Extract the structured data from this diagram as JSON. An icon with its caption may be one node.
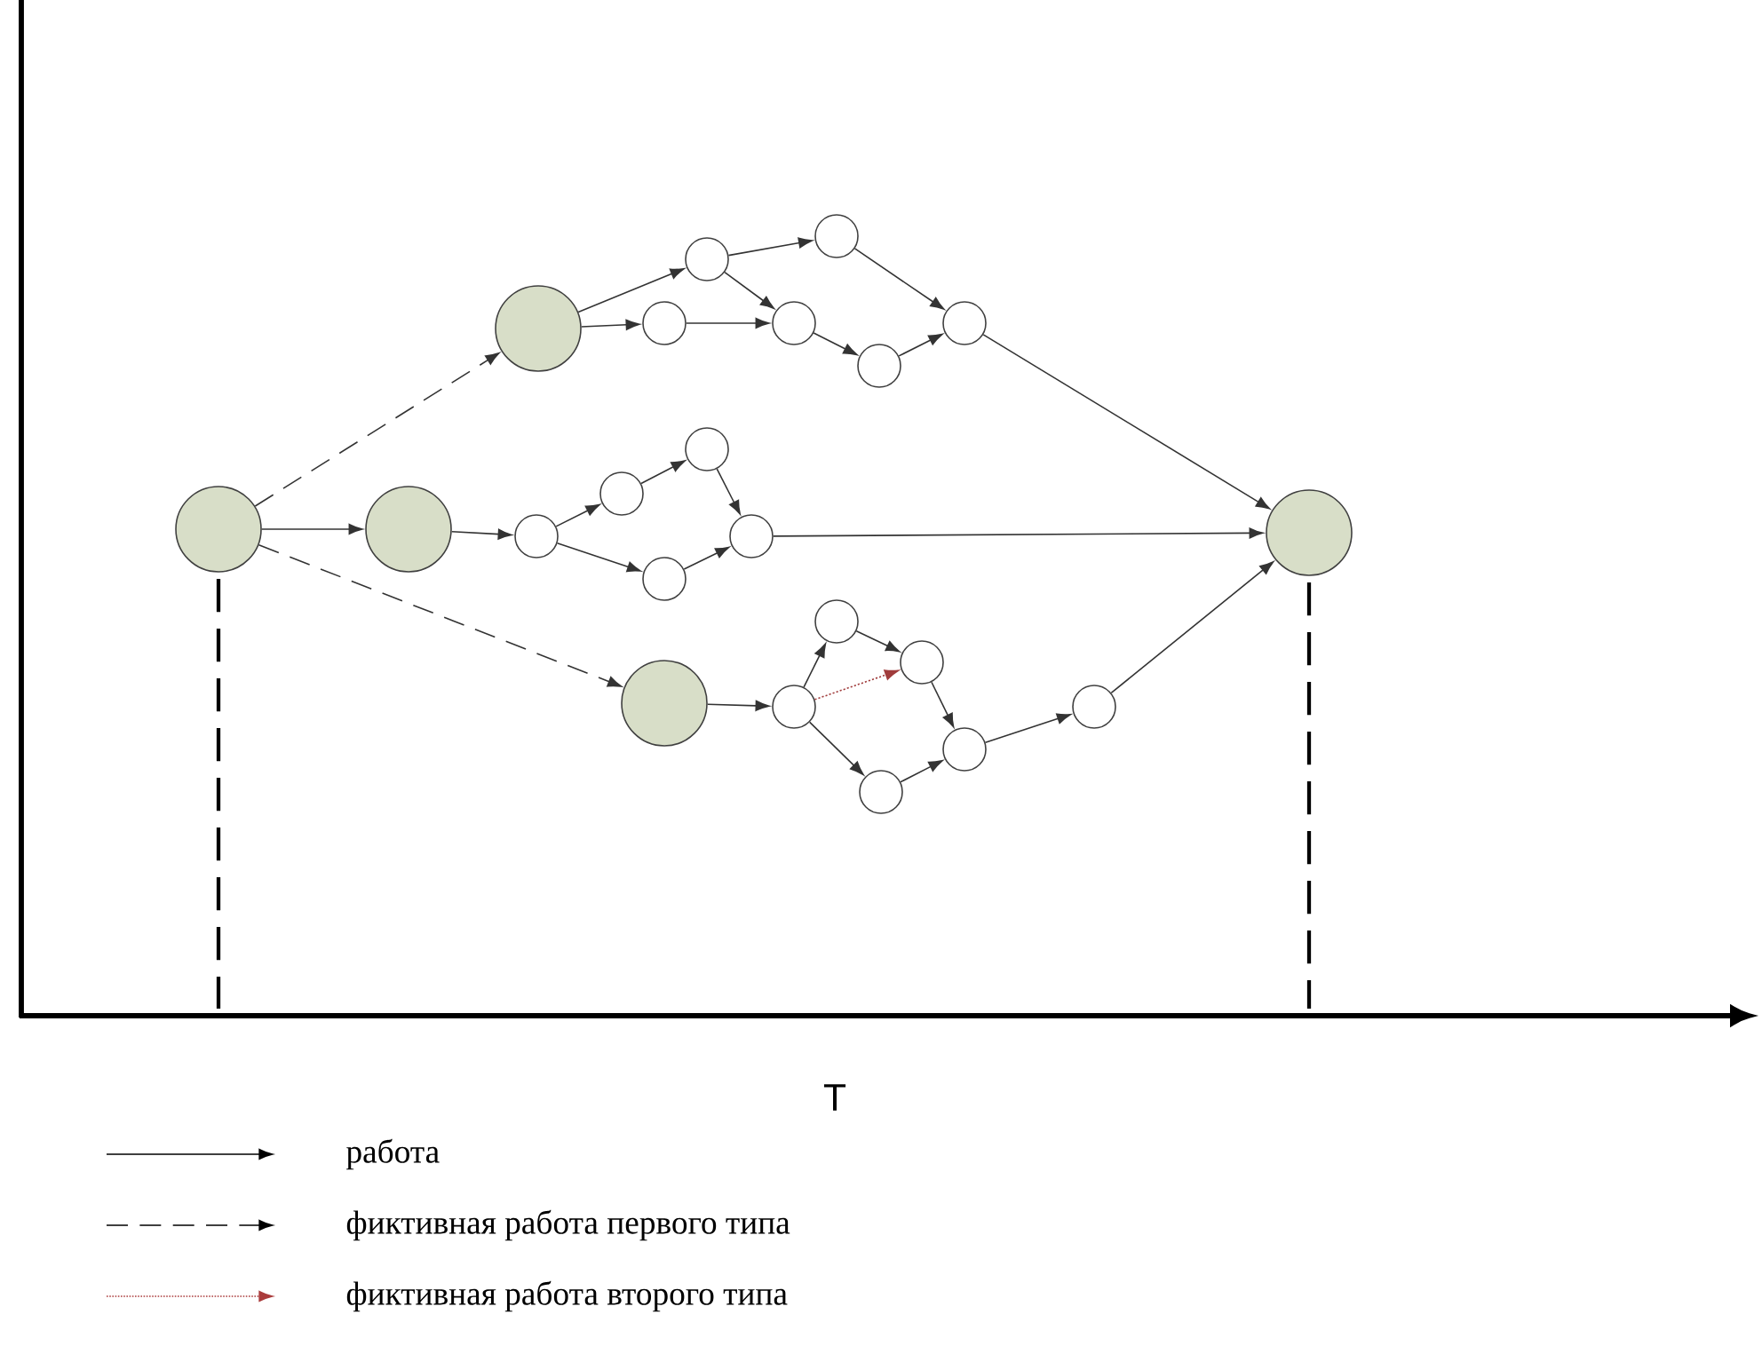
{
  "diagram": {
    "nodes": [
      {
        "text": [],
        "shape": "circle"
      },
      {
        "text": [],
        "shape": "circle"
      },
      {
        "text": [],
        "shape": "circle"
      },
      {
        "text": [],
        "shape": "circle"
      },
      {
        "text": [],
        "shape": "circle"
      },
      {
        "text": [],
        "shape": "circle"
      },
      {
        "text": [],
        "shape": "circle"
      },
      {
        "text": [],
        "shape": "circle"
      },
      {
        "text": [],
        "shape": "circle"
      },
      {
        "text": [],
        "shape": "circle"
      },
      {
        "text": [],
        "shape": "circle"
      },
      {
        "text": [],
        "shape": "circle"
      },
      {
        "text": [],
        "shape": "circle"
      },
      {
        "text": [],
        "shape": "circle"
      },
      {
        "text": [],
        "shape": "circle"
      },
      {
        "text": [],
        "shape": "circle"
      },
      {
        "text": [],
        "shape": "circle"
      },
      {
        "text": [],
        "shape": "circle"
      },
      {
        "text": [],
        "shape": "circle"
      },
      {
        "text": [],
        "shape": "circle"
      },
      {
        "text": [],
        "shape": "circle"
      },
      {
        "text": [],
        "shape": "circle"
      }
    ],
    "edges": [
      {
        "from": 0,
        "to": 1,
        "arrow": "to",
        "style": "dashed"
      },
      {
        "from": 0,
        "to": 2,
        "arrow": "to"
      },
      {
        "from": 0,
        "to": 3,
        "arrow": "to",
        "style": "dashed"
      },
      {
        "from": 1,
        "to": 5,
        "arrow": "to"
      },
      {
        "from": 1,
        "to": 7,
        "arrow": "to"
      },
      {
        "from": 5,
        "to": 6,
        "arrow": "to"
      },
      {
        "from": 5,
        "to": 8,
        "arrow": "to"
      },
      {
        "from": 7,
        "to": 8,
        "arrow": "to"
      },
      {
        "from": 8,
        "to": 9,
        "arrow": "to"
      },
      {
        "from": 9,
        "to": 10,
        "arrow": "to"
      },
      {
        "from": 6,
        "to": 10,
        "arrow": "to"
      },
      {
        "from": 10,
        "to": 4,
        "arrow": "to"
      },
      {
        "from": 2,
        "to": 11,
        "arrow": "to"
      },
      {
        "from": 11,
        "to": 12,
        "arrow": "to"
      },
      {
        "from": 12,
        "to": 13,
        "arrow": "to"
      },
      {
        "from": 13,
        "to": 15,
        "arrow": "to"
      },
      {
        "from": 11,
        "to": 14,
        "arrow": "to"
      },
      {
        "from": 14,
        "to": 15,
        "arrow": "to"
      },
      {
        "from": 15,
        "to": 4,
        "arrow": "to"
      },
      {
        "from": 3,
        "to": 16,
        "arrow": "to"
      },
      {
        "from": 16,
        "to": 17,
        "arrow": "to"
      },
      {
        "from": 17,
        "to": 18,
        "arrow": "to"
      },
      {
        "from": 16,
        "to": 18,
        "arrow": "to",
        "style": "dashed",
        "color": "#a03c3c"
      },
      {
        "from": 16,
        "to": 19,
        "arrow": "to"
      },
      {
        "from": 18,
        "to": 20,
        "arrow": "to"
      },
      {
        "from": 19,
        "to": 20,
        "arrow": "to"
      },
      {
        "from": 20,
        "to": 21,
        "arrow": "to"
      },
      {
        "from": 21,
        "to": 4,
        "arrow": "to"
      }
    ],
    "labels": [
      "T"
    ],
    "legend": [
      {
        "text": "работа"
      },
      {
        "text": "фиктивная работа первого типа"
      },
      {
        "text": "фиктивная работа второго типа"
      }
    ]
  }
}
